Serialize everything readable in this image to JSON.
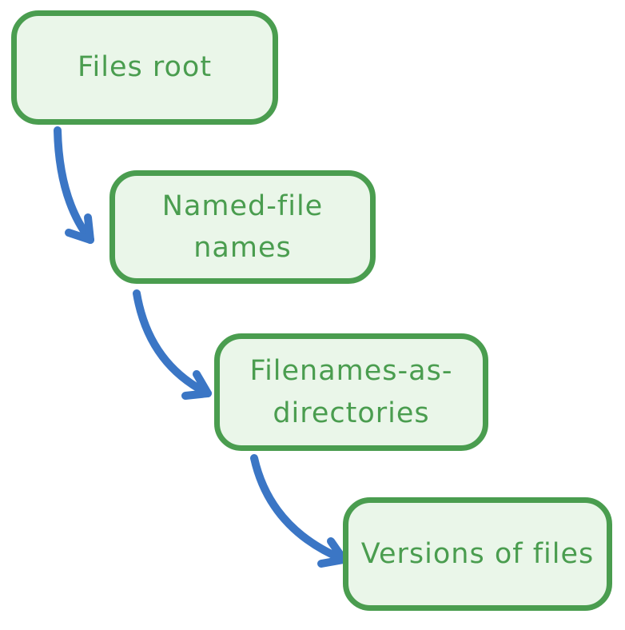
{
  "diagram": {
    "title": "",
    "type": "flow-diagram",
    "nodes": [
      {
        "id": "files-root",
        "label": "Files root"
      },
      {
        "id": "named-file-names",
        "label": "Named-file\nnames"
      },
      {
        "id": "filenames-as-directories",
        "label": "Filenames-as-\ndirectories"
      },
      {
        "id": "versions-of-files",
        "label": "Versions of files"
      }
    ],
    "edges": [
      {
        "from": "files-root",
        "to": "named-file-names"
      },
      {
        "from": "named-file-names",
        "to": "filenames-as-directories"
      },
      {
        "from": "filenames-as-directories",
        "to": "versions-of-files"
      }
    ],
    "colors": {
      "node_border": "#4a9d4f",
      "node_fill": "#eaf6e9",
      "node_text": "#4a9d4f",
      "arrow": "#3b76c5",
      "background": "#ffffff"
    }
  }
}
